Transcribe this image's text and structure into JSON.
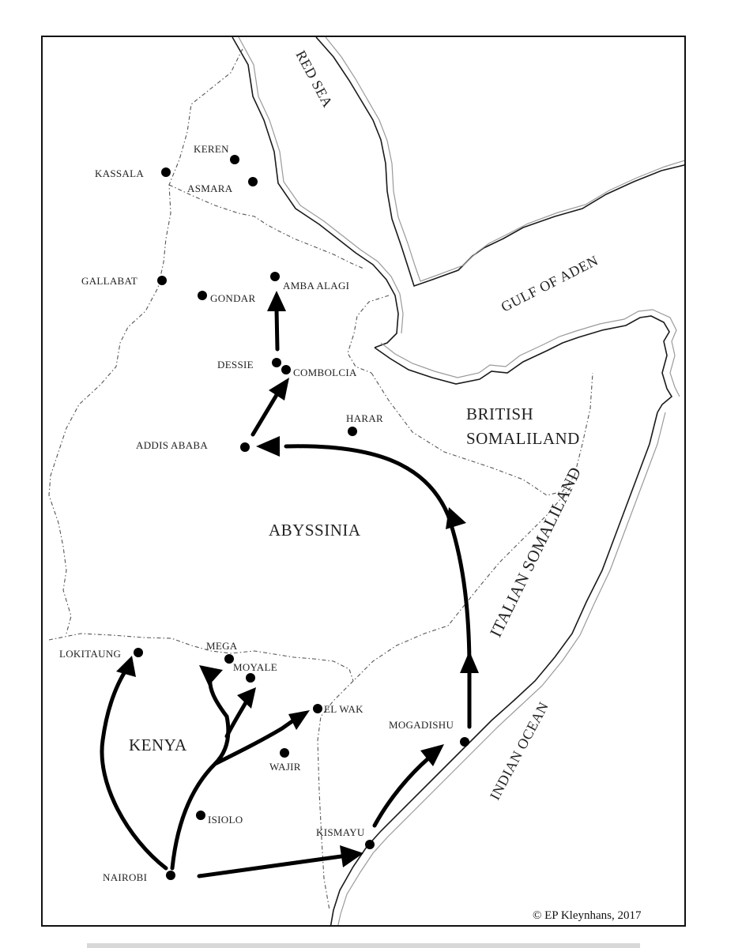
{
  "seas": {
    "red_sea": "RED SEA",
    "gulf_of_aden": "GULF OF ADEN",
    "indian_ocean": "INDIAN OCEAN"
  },
  "regions": {
    "abyssinia": "ABYSSINIA",
    "kenya": "KENYA",
    "british_somaliland_line1": "BRITISH",
    "british_somaliland_line2": "SOMALILAND",
    "italian_somaliland": "ITALIAN SOMALILAND"
  },
  "towns": {
    "keren": "KEREN",
    "kassala": "KASSALA",
    "asmara": "ASMARA",
    "gallabat": "GALLABAT",
    "amba_alagi": "AMBA ALAGI",
    "gondar": "GONDAR",
    "dessie": "DESSIE",
    "combolcia": "COMBOLCIA",
    "harar": "HARAR",
    "addis_ababa": "ADDIS ABABA",
    "lokitaung": "LOKITAUNG",
    "mega": "MEGA",
    "moyale": "MOYALE",
    "el_wak": "EL WAK",
    "mogadishu": "MOGADISHU",
    "wajir": "WAJIR",
    "isiolo": "ISIOLO",
    "kismayu": "KISMAYU",
    "nairobi": "NAIROBI"
  },
  "copyright": "© EP Kleynhans, 2017",
  "colors": {
    "ink": "#000000",
    "coast_inner": "#9a9a9a",
    "border": "#555555"
  }
}
